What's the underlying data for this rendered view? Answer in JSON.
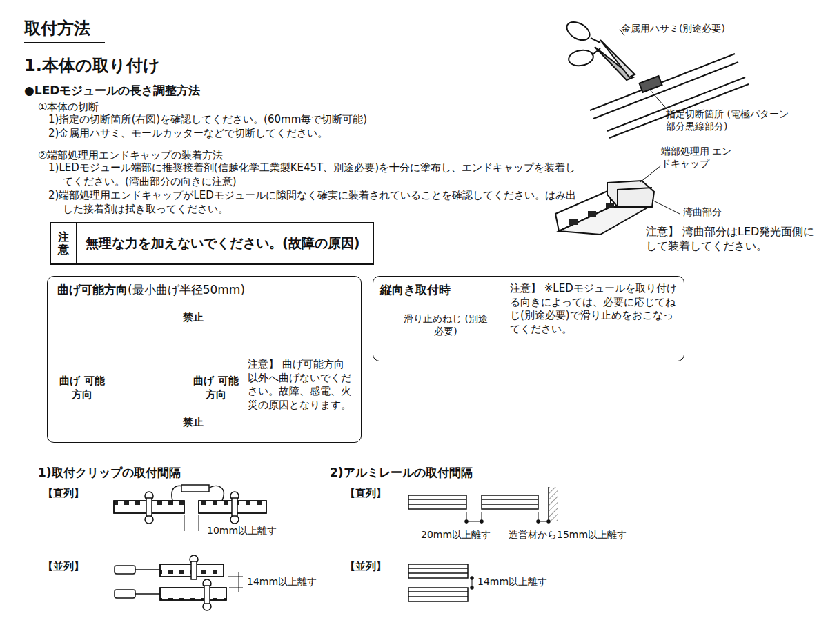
{
  "diagram": {
    "title": "取付方法",
    "nodes": [
      {
        "text": [
          "注意",
          "無理な力を加えないでください。(故障の原因)"
        ]
      },
      {
        "text": [
          "曲げ可能方向",
          "(最小曲げ半径50mm)",
          "禁止",
          "禁止",
          "曲げ 可能方向",
          "曲げ 可能方向",
          "注意】 曲げ可能方向以外へ曲げないでください。故障、感電、火災の原因となります。"
        ]
      },
      {
        "text": [
          "縦向き取付時",
          "滑り止めねじ (別途必要)",
          "注意】 ※LEDモジュールを取り付ける向きによっては、必要に応じてねじ(別途必要)で滑り止めをおこなってください。"
        ]
      }
    ],
    "labels": [
      "1.本体の取り付け",
      "●LEDモジュールの長さ調整方法",
      "①本体の切断",
      "1)指定の切断箇所(右図)を確認してください。(60mm毎で切断可能)",
      "2)金属用ハサミ、モールカッターなどで切断してください。",
      "②端部処理用エンドキャップの装着方法",
      "1)LEDモジュール端部に推奨接着剤(信越化学工業製KE45T、別途必要)を十分に塗布し、エンドキャップを装着してください。(湾曲部分の向きに注意)",
      "2)端部処理用エンドキャップがLEDモジュールに隙間なく確実に装着されていることを確認してください。はみ出した接着剤は拭き取ってください。",
      "金属用ハサミ(別途必要)",
      "指定切断箇所 (電極パターン部分黒線部分)",
      "端部処理用 エンドキャップ",
      "湾曲部分",
      "注意】 湾曲部分はLED発光面側にして装着してください。",
      "1)取付クリップの取付間隔",
      "【直列】",
      "10mm以上離す",
      "【並列】",
      "14mm以上離す",
      "2)アルミレールの取付間隔",
      "【直列】",
      "20mm以上離す",
      "造営材から15mm以上離す",
      "【並列】",
      "14mm以上離す"
    ]
  }
}
